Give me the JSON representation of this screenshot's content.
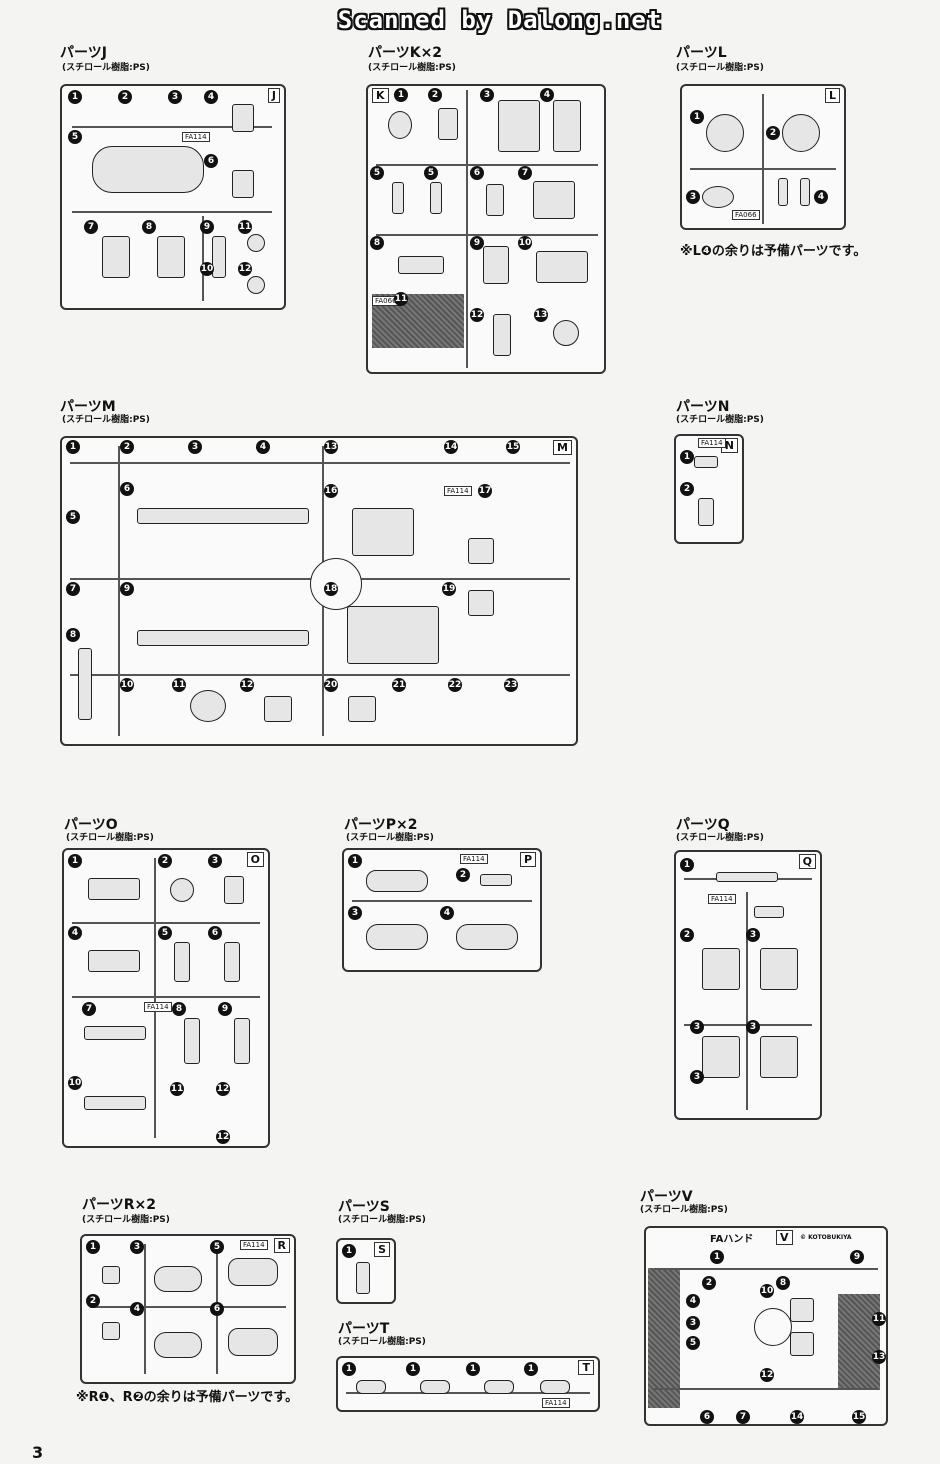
{
  "watermark": "Scanned by Dalong.net",
  "page_number": "3",
  "material_text": "(スチロール樹脂:PS)",
  "sprue_code": "FA114",
  "parts": [
    {
      "id": "J",
      "title": "パーツJ",
      "letter": "J",
      "numbers": [
        "1",
        "2",
        "3",
        "4",
        "5",
        "6",
        "7",
        "8",
        "9",
        "10",
        "11",
        "12"
      ]
    },
    {
      "id": "K",
      "title": "パーツK×2",
      "letter": "K",
      "numbers": [
        "1",
        "2",
        "3",
        "4",
        "5",
        "5",
        "6",
        "7",
        "8",
        "9",
        "10",
        "11",
        "12",
        "13"
      ],
      "code": "FA066"
    },
    {
      "id": "L",
      "title": "パーツL",
      "letter": "L",
      "numbers": [
        "1",
        "2",
        "3",
        "4"
      ],
      "code": "FA066",
      "note": "※L❹の余りは予備パーツです。"
    },
    {
      "id": "M",
      "title": "パーツM",
      "letter": "M",
      "numbers": [
        "1",
        "2",
        "3",
        "4",
        "5",
        "6",
        "7",
        "8",
        "9",
        "10",
        "11",
        "12",
        "13",
        "14",
        "15",
        "16",
        "17",
        "18",
        "19",
        "20",
        "21",
        "22",
        "23"
      ]
    },
    {
      "id": "N",
      "title": "パーツN",
      "letter": "N",
      "numbers": [
        "1",
        "2"
      ]
    },
    {
      "id": "O",
      "title": "パーツO",
      "letter": "O",
      "numbers": [
        "1",
        "2",
        "3",
        "4",
        "5",
        "6",
        "7",
        "8",
        "9",
        "10",
        "11",
        "12",
        "12"
      ]
    },
    {
      "id": "P",
      "title": "パーツP×2",
      "letter": "P",
      "numbers": [
        "1",
        "2",
        "3",
        "4"
      ]
    },
    {
      "id": "Q",
      "title": "パーツQ",
      "letter": "Q",
      "numbers": [
        "1",
        "2",
        "3",
        "3",
        "3",
        "3"
      ]
    },
    {
      "id": "R",
      "title": "パーツR×2",
      "letter": "R",
      "numbers": [
        "1",
        "2",
        "3",
        "4",
        "5",
        "6"
      ],
      "note": "※R❶、R❷の余りは予備パーツです。"
    },
    {
      "id": "S",
      "title": "パーツS",
      "letter": "S",
      "numbers": [
        "1"
      ]
    },
    {
      "id": "T",
      "title": "パーツT",
      "letter": "T",
      "numbers": [
        "1",
        "1",
        "1",
        "1"
      ]
    },
    {
      "id": "V",
      "title": "パーツV",
      "letter": "V",
      "header": "FAハンド",
      "copyright": "© KOTOBUKIYA",
      "numbers": [
        "1",
        "2",
        "3",
        "4",
        "5",
        "6",
        "7",
        "8",
        "9",
        "10",
        "11",
        "12",
        "13",
        "14",
        "15"
      ]
    }
  ]
}
